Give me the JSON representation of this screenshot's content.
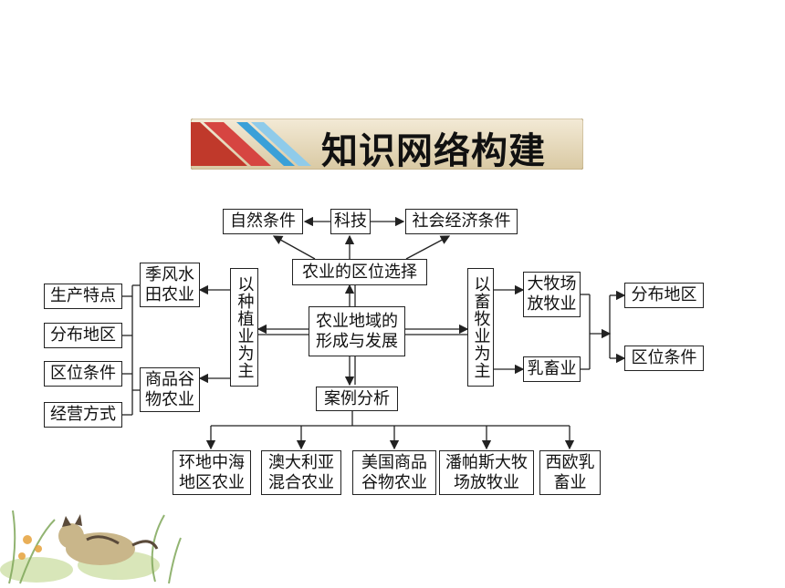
{
  "title": "知识网络构建",
  "nodes": {
    "natural": "自然条件",
    "tech": "科技",
    "socio": "社会经济条件",
    "location_choice": "农业的区位选择",
    "center": "农业地域的\n形成与发展",
    "cases": "案例分析",
    "planting": "以种植业为主",
    "livestock": "以畜牧业为主",
    "monsoon_rice": "季风水\n田农业",
    "commercial_grain": "商品谷\n物农业",
    "prod_features": "生产特点",
    "distribution_left": "分布地区",
    "location_left": "区位条件",
    "management": "经营方式",
    "large_ranch": "大牧场\n放牧业",
    "dairy": "乳畜业",
    "distribution_right": "分布地区",
    "location_right": "区位条件"
  },
  "case_items": [
    "环地中海\n地区农业",
    "澳大利亚\n混合农业",
    "美国商品\n谷物农业",
    "潘帕斯大牧\n场放牧业",
    "西欧乳\n畜业"
  ],
  "colors": {
    "banner_bg": "#e8dcc0",
    "stripe_red": "#d23a3a",
    "stripe_blue": "#48a8d8",
    "stripe_light": "#a9d6ee"
  }
}
